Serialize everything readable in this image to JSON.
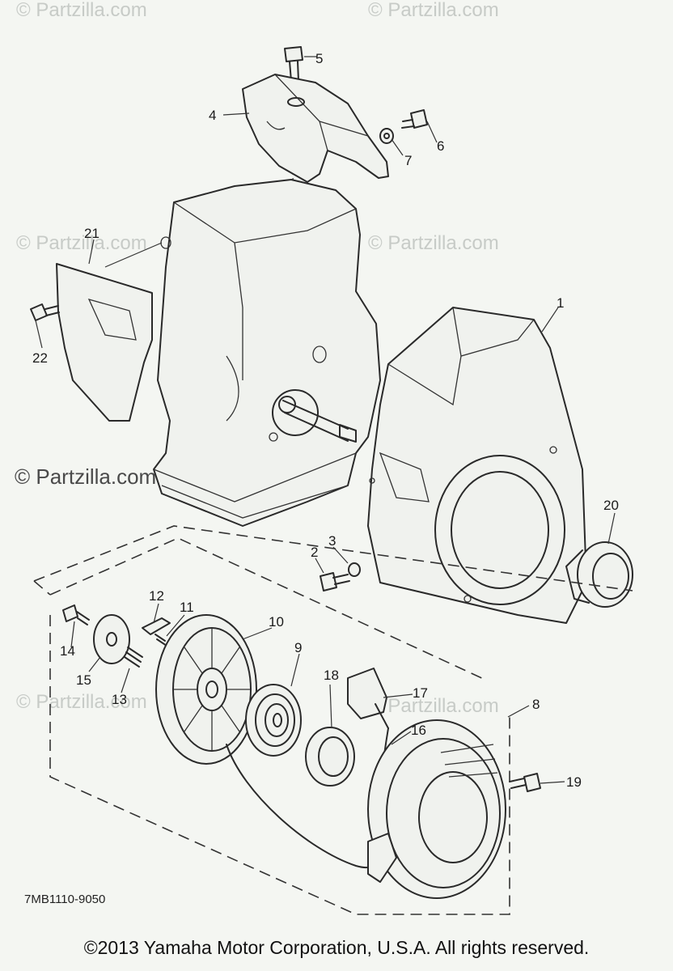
{
  "watermarks": [
    "© Partzilla.com",
    "© Partzilla.com",
    "© Partzilla.com",
    "© Partzilla.com",
    "© Partzilla.com",
    "© Partzilla.com",
    "© Partzilla.com"
  ],
  "callouts": [
    "5",
    "4",
    "6",
    "7",
    "21",
    "22",
    "1",
    "3",
    "2",
    "20",
    "12",
    "11",
    "10",
    "14",
    "15",
    "13",
    "9",
    "18",
    "17",
    "8",
    "16",
    "19"
  ],
  "diagram_code": "7MB1110-9050",
  "copyright": "©2013 Yamaha Motor Corporation, U.S.A. All rights reserved."
}
